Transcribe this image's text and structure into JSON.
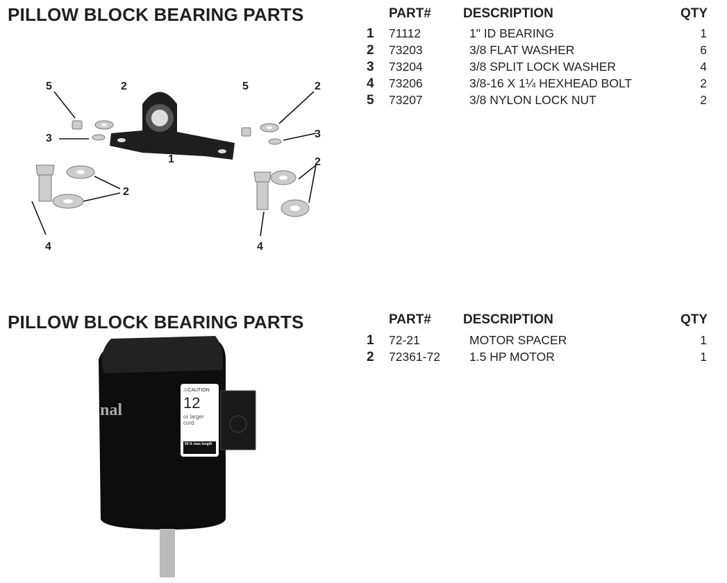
{
  "sections": [
    {
      "title": "PILLOW BLOCK BEARING PARTS",
      "headers": {
        "part": "PART#",
        "description": "DESCRIPTION",
        "qty": "QTY"
      },
      "rows": [
        {
          "num": "1",
          "part": "71112",
          "description": "1\" ID BEARING",
          "qty": "1"
        },
        {
          "num": "2",
          "part": "73203",
          "description": "3/8 FLAT WASHER",
          "qty": "6"
        },
        {
          "num": "3",
          "part": "73204",
          "description": "3/8 SPLIT LOCK WASHER",
          "qty": "4"
        },
        {
          "num": "4",
          "part": "73206",
          "description": "3/8-16 X 1¼ HEXHEAD BOLT",
          "qty": "2"
        },
        {
          "num": "5",
          "part": "73207",
          "description": "3/8 NYLON LOCK NUT",
          "qty": "2"
        }
      ],
      "callouts": [
        "5",
        "2",
        "5",
        "2",
        "3",
        "3",
        "1",
        "2",
        "2",
        "4",
        "4"
      ]
    },
    {
      "title": "PILLOW BLOCK BEARING PARTS",
      "headers": {
        "part": "PART#",
        "description": "DESCRIPTION",
        "qty": "QTY"
      },
      "rows": [
        {
          "num": "1",
          "part": "72-21",
          "description": "MOTOR SPACER",
          "qty": "1"
        },
        {
          "num": "2",
          "part": "72361-72",
          "description": "1.5 HP MOTOR",
          "qty": "1"
        }
      ],
      "motor_label": {
        "caution": "⚠CAUTION",
        "gauge": "12",
        "text": "or larger cord",
        "footer": "50 ft. max length",
        "brand_fragment": "nal"
      }
    }
  ]
}
